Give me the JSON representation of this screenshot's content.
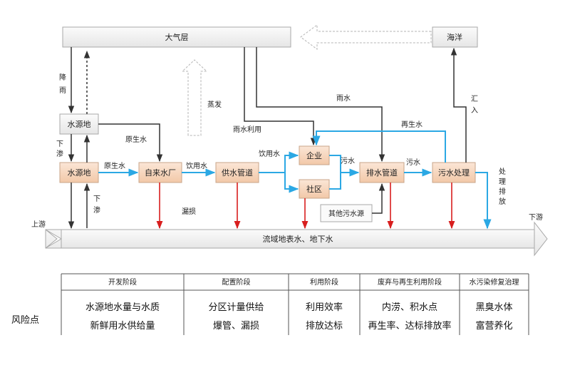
{
  "colors": {
    "blue": "#2ba8e4",
    "red": "#d81e1e",
    "dark": "#333333",
    "box_fill": "#f8d8c0",
    "box_stroke": "#c8a58a",
    "grey_fill": "#efefef",
    "grey_stroke": "#a8a8a8"
  },
  "boxes": {
    "atmosphere": "大气层",
    "ocean": "海洋",
    "source_land": "水源地",
    "source": "水源地",
    "waterworks": "自来水厂",
    "supply": "供水管道",
    "enterprise": "企业",
    "community": "社区",
    "drainage": "排水管道",
    "treatment": "污水处理",
    "other_sewage": "其他污水源",
    "basin": "流域地表水、地下水"
  },
  "labels": {
    "rain_vertical": "降雨",
    "evaporation": "蒸发",
    "infiltration1": "下渗",
    "raw_water": "原生水",
    "raw_water2": "原生水",
    "drinking1": "饮用水",
    "drinking2": "饮用水",
    "sewage1": "污水",
    "sewage2": "污水",
    "rainwater": "雨水",
    "rain_use": "雨水利用",
    "reclaimed": "再生水",
    "inflow": "汇入",
    "treated": "处理排放",
    "leakage": "漏损",
    "infiltration2": "下渗",
    "upstream": "上游",
    "downstream": "下游"
  },
  "stages": [
    "开发阶段",
    "配置阶段",
    "利用阶段",
    "废弃与再生利用阶段",
    "水污染修复治理"
  ],
  "risk_label": "风险点",
  "risks": [
    [
      "水源地水量与水质",
      "新鲜用水供给量"
    ],
    [
      "分区计量供给",
      "爆管、漏损"
    ],
    [
      "利用效率",
      "排放达标"
    ],
    [
      "内涝、积水点",
      "再生率、达标排放率"
    ],
    [
      "黑臭水体",
      "富营养化"
    ]
  ]
}
